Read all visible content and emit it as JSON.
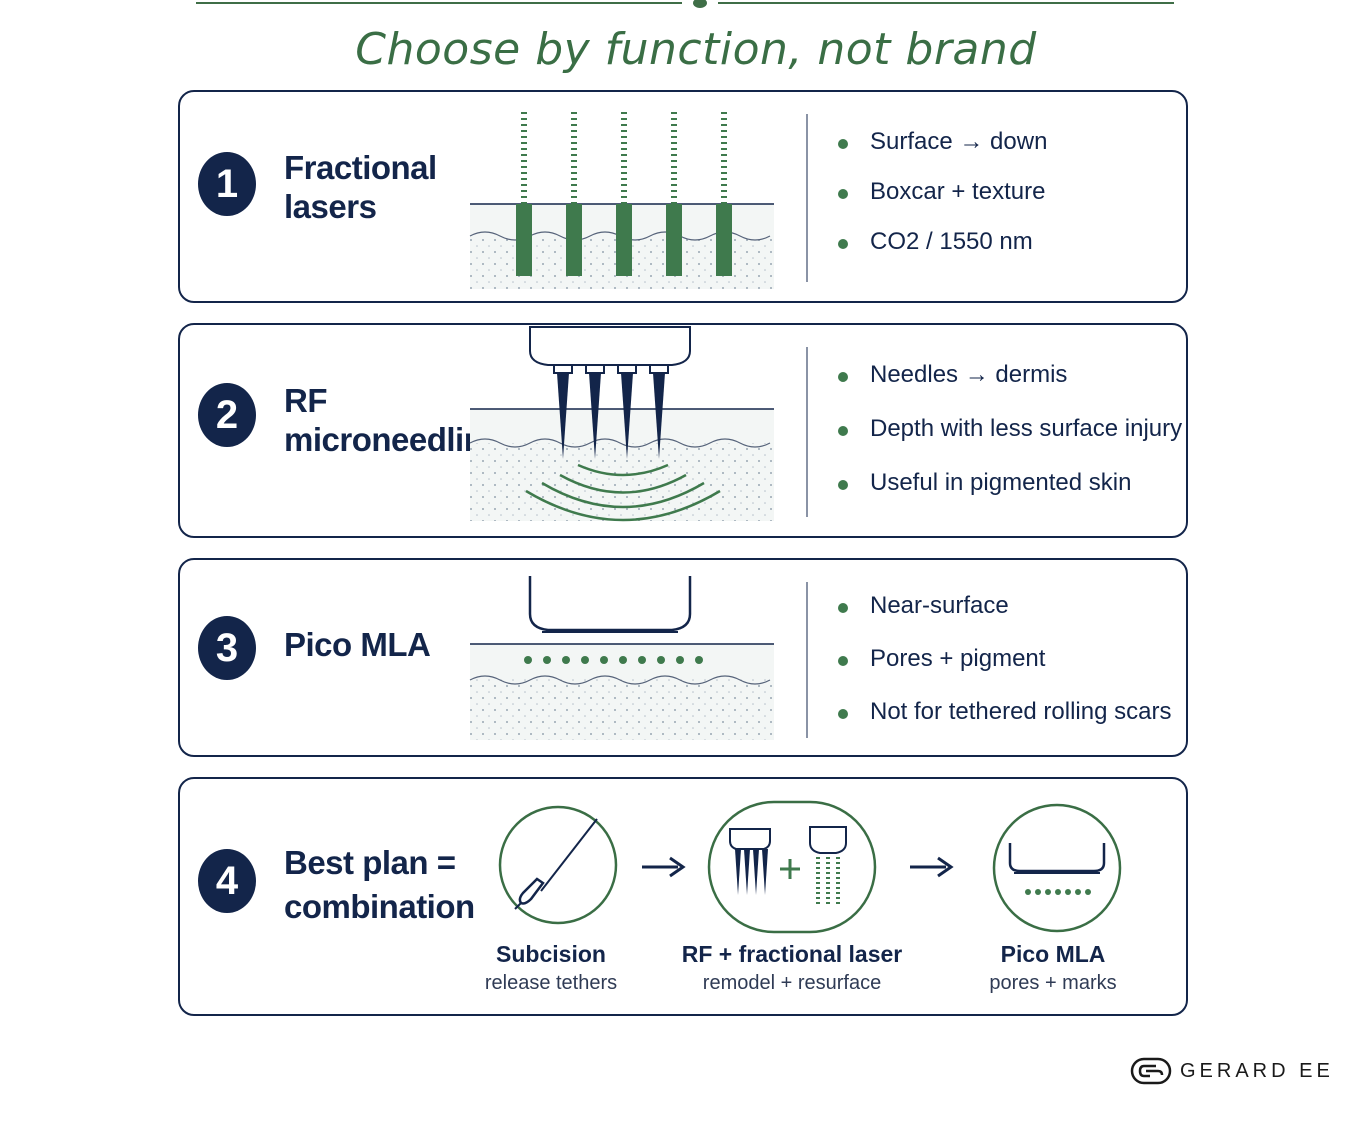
{
  "title": "Choose by function, not brand",
  "cards": [
    {
      "number": "1",
      "name": "Fractional\nlasers",
      "bullets": [
        "Surface → down",
        "Boxcar + texture",
        "CO2 / 1550 nm"
      ]
    },
    {
      "number": "2",
      "name": "RF\nmicroneedling",
      "bullets": [
        "Needles → dermis",
        "Depth with less surface injury",
        "Useful in pigmented skin"
      ]
    },
    {
      "number": "3",
      "name": "Pico MLA",
      "bullets": [
        "Near-surface",
        "Pores + pigment",
        "Not for tethered rolling scars"
      ]
    },
    {
      "number": "4",
      "name": "Best plan =\ncombination",
      "steps": [
        {
          "name": "Subcision",
          "desc": "release tethers"
        },
        {
          "name": "RF + fractional laser",
          "desc": "remodel + resurface"
        },
        {
          "name": "Pico MLA",
          "desc": "pores + marks"
        }
      ]
    }
  ],
  "brand": {
    "name": "GERARD EE"
  },
  "colors": {
    "navy": "#13254a",
    "green": "#3f7a4d",
    "title_green": "#3a6e45"
  },
  "icons": [
    "brand-logo-icon",
    "laser-column-icon",
    "rf-handpiece-icon",
    "pico-handpiece-icon",
    "subcision-needle-icon",
    "arrow-right-icon",
    "plus-icon"
  ]
}
